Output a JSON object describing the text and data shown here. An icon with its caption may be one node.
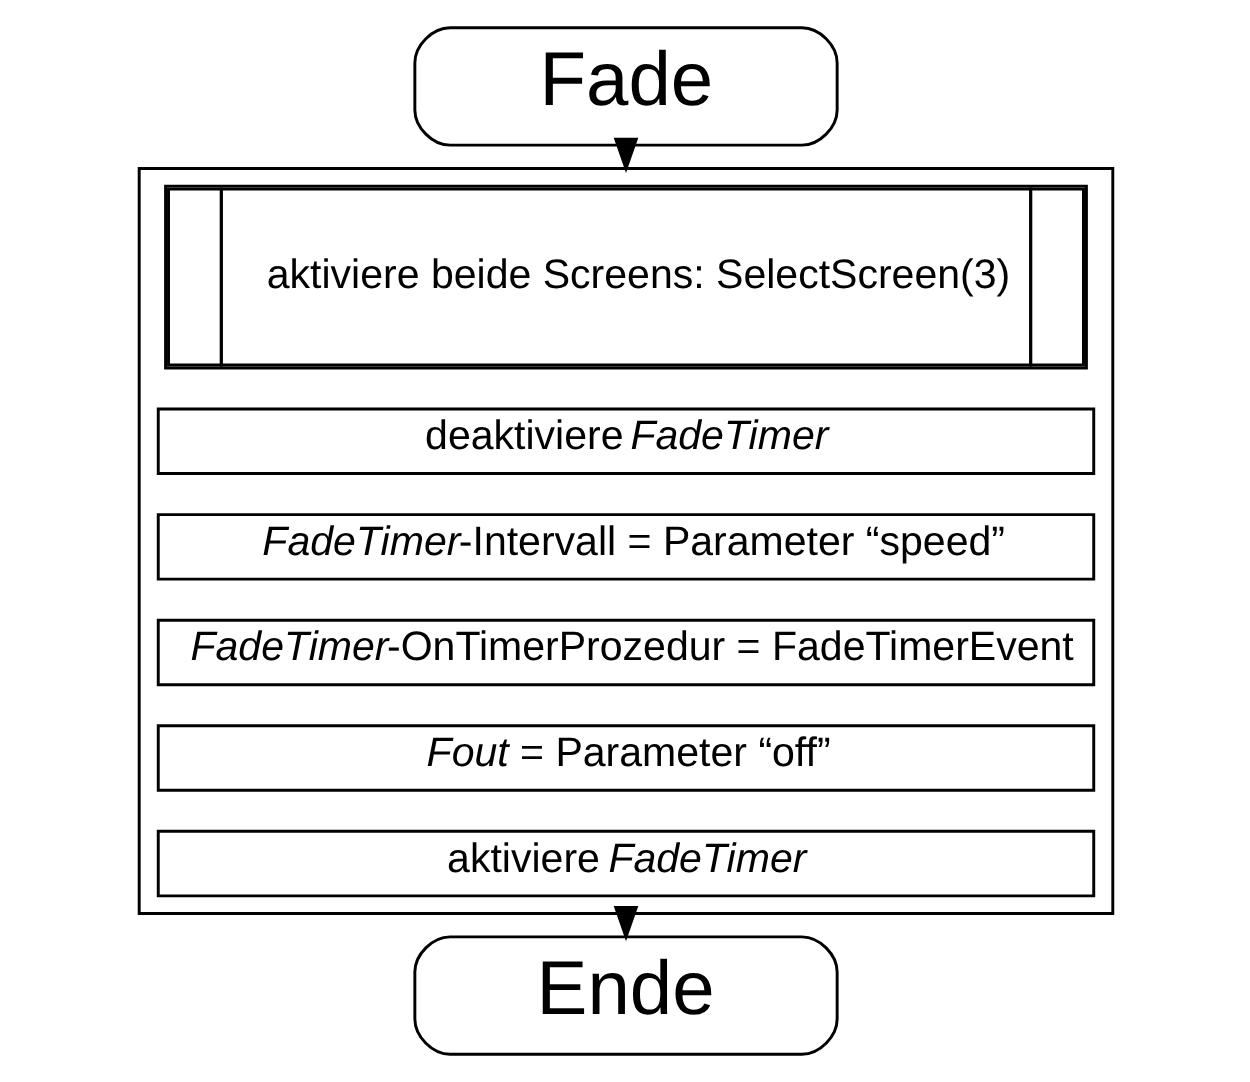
{
  "diagram": {
    "nodes": [
      {
        "text": [
          "Fade"
        ]
      },
      {
        "text": [],
        "shape": "box"
      },
      {
        "text": [
          "aktiviere beide Screens: SelectScreen(3)"
        ],
        "in": 1
      },
      {
        "text": [
          "deaktiviere *FadeTimer*"
        ],
        "in": 1
      },
      {
        "text": [
          "*FadeTimer*-Intervall = Parameter “speed”"
        ],
        "in": 1
      },
      {
        "text": [
          "*FadeTimer*-OnTimerProzedur = FadeTimerEvent"
        ],
        "in": 1
      },
      {
        "text": [
          "*Fout* = Parameter “off”"
        ],
        "in": 1
      },
      {
        "text": [
          "aktiviere *FadeTimer*"
        ],
        "in": 1
      },
      {
        "text": [
          "Ende"
        ]
      }
    ],
    "edges": [
      {
        "from": 0,
        "to": 1,
        "arrow": "to"
      },
      {
        "from": 1,
        "to": 8,
        "arrow": "to"
      }
    ]
  }
}
